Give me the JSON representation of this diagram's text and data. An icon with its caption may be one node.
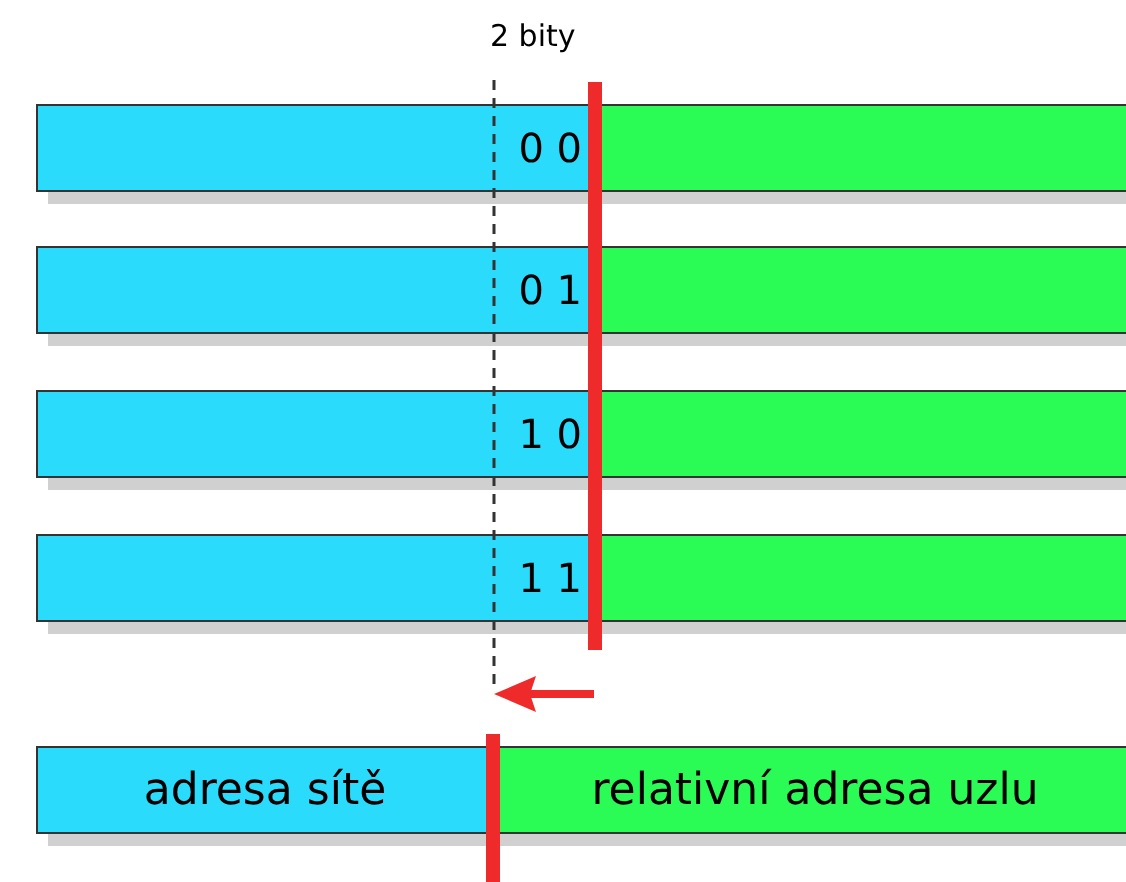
{
  "diagram": {
    "nodes": [
      {
        "text": [
          "0 0"
        ]
      },
      {
        "text": [],
        "shape": "box"
      },
      {
        "text": [
          "0 1"
        ]
      },
      {
        "text": [],
        "shape": "box"
      },
      {
        "text": [
          "1 0"
        ]
      },
      {
        "text": [],
        "shape": "box"
      },
      {
        "text": [
          "1 1"
        ]
      },
      {
        "text": [],
        "shape": "box"
      },
      {
        "text": [
          "adresa sítě"
        ]
      },
      {
        "text": [
          "relativní adresa uzlu"
        ]
      }
    ],
    "labels": [
      "2 bity"
    ]
  }
}
